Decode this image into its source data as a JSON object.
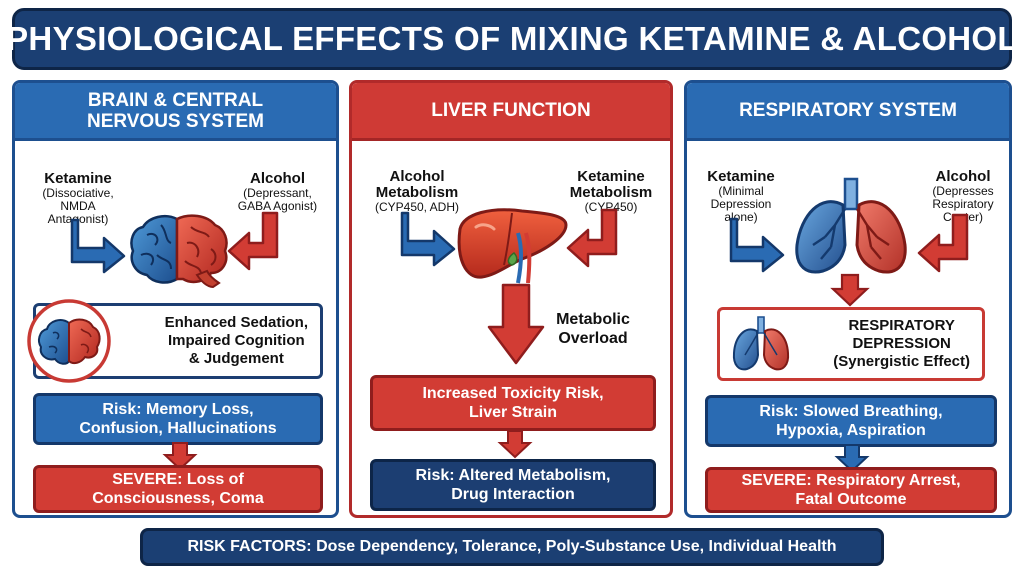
{
  "title": "PHYSIOLOGICAL EFFECTS OF MIXING KETAMINE & ALCOHOL",
  "panels": [
    {
      "header": "BRAIN & CENTRAL\nNERVOUS SYSTEM",
      "left_label": "Ketamine",
      "left_detail": "(Dissociative,\nNMDA\nAntagonist)",
      "right_label": "Alcohol",
      "right_detail": "(Depressant,\nGABA Agonist)",
      "effect": "Enhanced Sedation,\nImpaired Cognition\n& Judgement",
      "risk": "Risk: Memory Loss,\nConfusion, Hallucinations",
      "severe": "SEVERE: Loss of\nConsciousness, Coma"
    },
    {
      "header": "LIVER FUNCTION",
      "left_label": "Alcohol\nMetabolism",
      "left_detail": "(CYP450, ADH)",
      "right_label": "Ketamine\nMetabolism",
      "right_detail": "(CYP450)",
      "overload": "Metabolic\nOverload",
      "effect": "Increased Toxicity Risk,\nLiver Strain",
      "risk": "Risk: Altered Metabolism,\nDrug Interaction"
    },
    {
      "header": "RESPIRATORY SYSTEM",
      "left_label": "Ketamine",
      "left_detail": "(Minimal\nDepression\nalone)",
      "right_label": "Alcohol",
      "right_detail": "(Depresses\nRespiratory\nCenter)",
      "effect": "RESPIRATORY\nDEPRESSION\n(Synergistic Effect)",
      "risk": "Risk: Slowed Breathing,\nHypoxia, Aspiration",
      "severe": "SEVERE: Respiratory Arrest,\nFatal Outcome"
    }
  ],
  "footer": "RISK FACTORS: Dose Dependency, Tolerance, Poly-Substance Use, Individual Health",
  "colors": {
    "navy": "#1b3f73",
    "blue": "#2a6bb3",
    "red": "#cf3a35",
    "dark_red": "#8f1d1d"
  },
  "icons": [
    "brain-icon",
    "liver-icon",
    "lungs-icon",
    "arrow-icon"
  ]
}
